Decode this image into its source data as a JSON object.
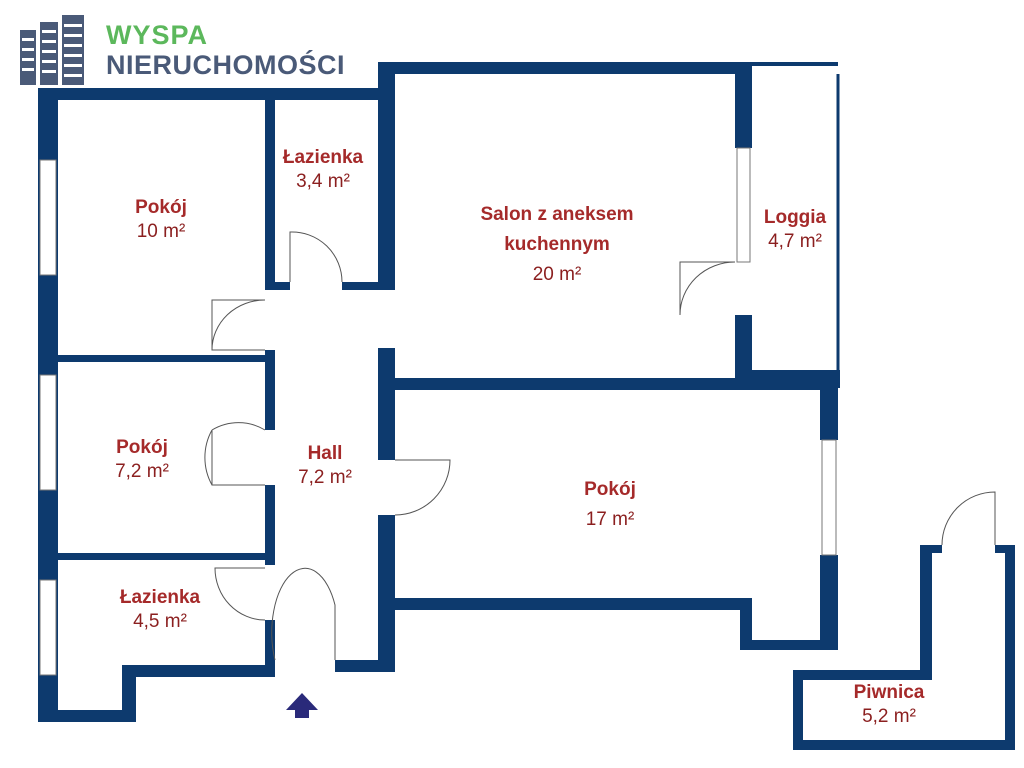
{
  "logo": {
    "line1": "WYSPA",
    "line2": "NIERUCHOMOŚCI"
  },
  "colors": {
    "wall": "#0d3a6e",
    "label": "#a52a2a",
    "logo_green": "#5cb85c",
    "logo_gray": "#4a5a78"
  },
  "rooms": [
    {
      "name": "Pokój",
      "area": "10 m²"
    },
    {
      "name": "Łazienka",
      "area": "3,4 m²"
    },
    {
      "name": "Salon z aneksem kuchennym",
      "area": "20 m²"
    },
    {
      "name": "Loggia",
      "area": "4,7 m²"
    },
    {
      "name": "Pokój",
      "area": "7,2 m²"
    },
    {
      "name": "Hall",
      "area": "7,2 m²"
    },
    {
      "name": "Pokój",
      "area": "17 m²"
    },
    {
      "name": "Łazienka",
      "area": "4,5 m²"
    },
    {
      "name": "Piwnica",
      "area": "5,2 m²"
    }
  ]
}
